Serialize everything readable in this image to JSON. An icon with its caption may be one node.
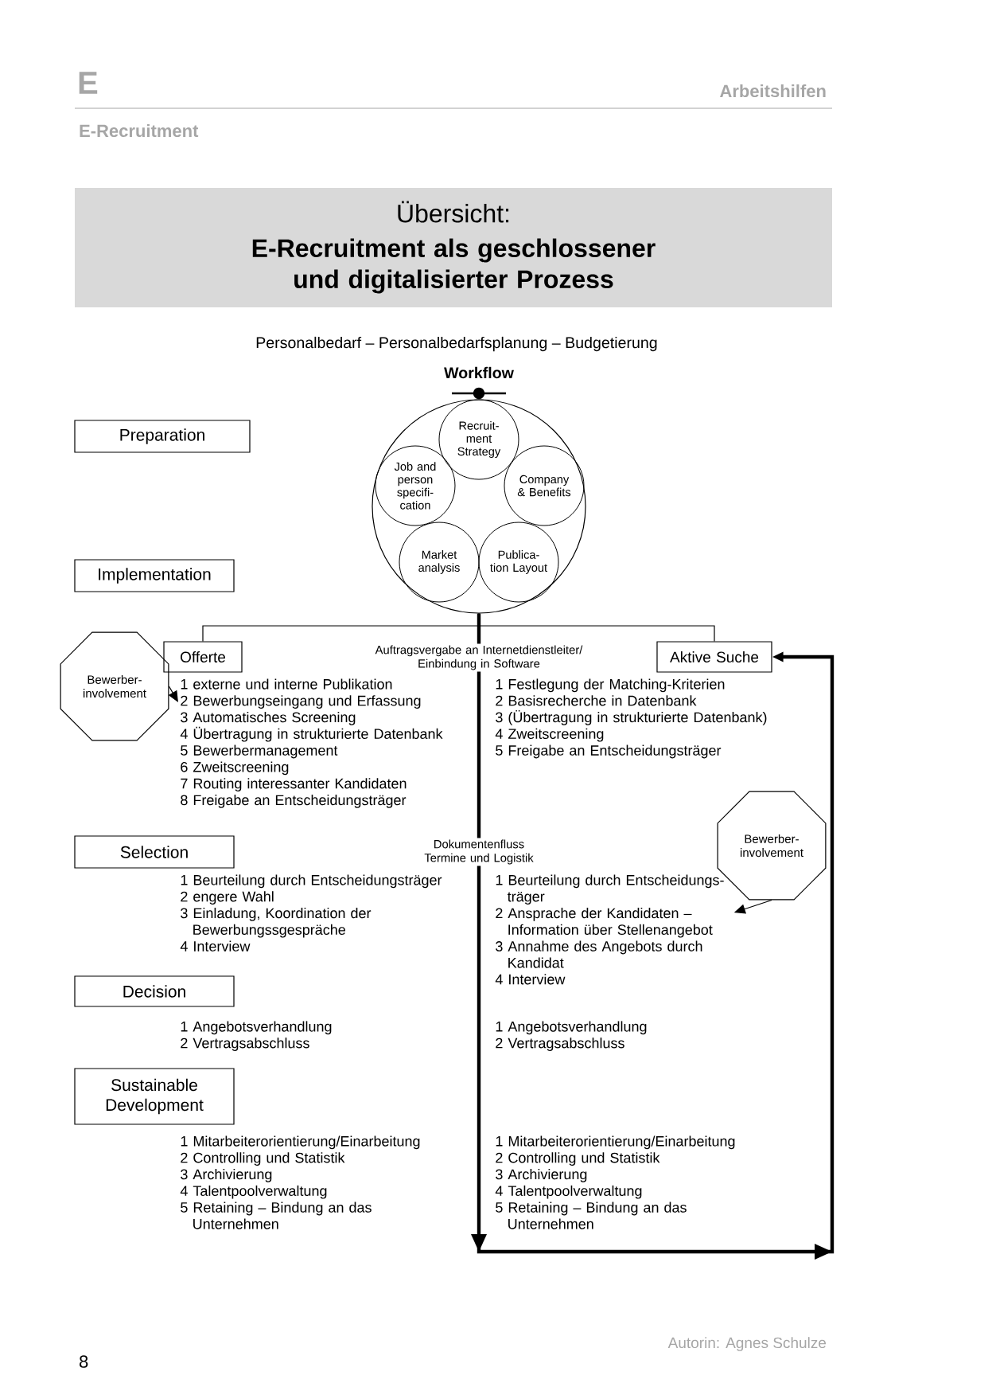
{
  "diagram": {
    "title": "E-Recruitment als geschlossener und digitalisierter Prozess",
    "nodes": [
      {
        "text": [
          "Preparation"
        ]
      },
      {
        "text": [
          "Implementation"
        ]
      },
      {
        "text": [],
        "shape": "circle"
      },
      {
        "text": [
          "Recruit-ment Strategy"
        ],
        "in": 2
      },
      {
        "text": [
          "Job and person specifi-cation"
        ],
        "in": 2
      },
      {
        "text": [
          "Company & Benefits"
        ],
        "in": 2
      },
      {
        "text": [
          "Market analysis"
        ],
        "in": 2
      },
      {
        "text": [
          "Publica-tion Layout"
        ],
        "in": 2
      },
      {
        "text": [
          "Offerte"
        ]
      },
      {
        "text": [
          "Aktive Suche"
        ]
      },
      {
        "text": [
          "Bewerber-involvement"
        ]
      },
      {
        "text": [
          "1 externe und interne Publikation",
          "2 Bewerbungseingang und Erfassung",
          "3 Automatisches Screening",
          "4 Übertragung in strukturierte Datenbank",
          "5 Bewerbermanagement",
          "6 Zweitscreening",
          "7 Routing interessanter Kandidaten",
          "8 Freigabe an Entscheidungsträger"
        ]
      },
      {
        "text": [
          "1 Festlegung der Matching-Kriterien",
          "2 Basisrecherche in Datenbank",
          "3 (Übertragung in strukturierte Datenbank)",
          "4 Zweitscreening",
          "5 Freigabe an Entscheidungsträger"
        ]
      },
      {
        "text": [
          "Bewerber-involvement"
        ]
      },
      {
        "text": [
          "Selection"
        ]
      },
      {
        "text": [
          "1 Beurteilung durch Entscheidungsträger",
          "2 engere Wahl",
          "3 Einladung, Koordination der Bewerbungssgespräche",
          "4 Interview"
        ]
      },
      {
        "text": [
          "1 Beurteilung durch Entscheidungs- träger",
          "2 Ansprache der Kandidaten – Information über Stellenangebot",
          "3 Annahme des Angebots durch Kandidat",
          "4 Interview"
        ]
      },
      {
        "text": [
          "Decision"
        ]
      },
      {
        "text": [
          "1 Angebotsverhandlung",
          "2 Vertragsabschluss"
        ]
      },
      {
        "text": [
          "1 Angebotsverhandlung",
          "2 Vertragsabschluss"
        ]
      },
      {
        "text": [
          "Sustainable Development"
        ]
      },
      {
        "text": [
          "1 Mitarbeiterorientierung/Einarbeitung",
          "2 Controlling und Statistik",
          "3 Archivierung",
          "4 Talentpoolverwaltung",
          "5 Retaining – Bindung an das Unternehmen"
        ]
      },
      {
        "text": [
          "1 Mitarbeiterorientierung/Einarbeitung",
          "2 Controlling und Statistik",
          "3 Archivierung",
          "4 Talentpoolverwaltung",
          "5 Retaining – Bindung an das Unternehmen"
        ]
      }
    ],
    "edges": [
      {
        "from": 2,
        "to": 8,
        "arrow": "none"
      },
      {
        "from": 2,
        "to": 9,
        "arrow": "none"
      },
      {
        "from": 2,
        "to": 9,
        "arrow": "to",
        "style": "thick"
      },
      {
        "from": 10,
        "to": 11,
        "arrow": "to"
      },
      {
        "from": 13,
        "to": 16,
        "arrow": "to"
      }
    ],
    "labels": [
      "E",
      "Arbeitshilfen",
      "E-Recruitment",
      "Übersicht:",
      "Personalbedarf – Personalbedarfsplanung – Budgetierung",
      "Workflow",
      "Auftragsvergabe an Internetdienstleiter/ Einbindung in Software",
      "Dokumentenfluss Termine und Logistik",
      "8",
      "Autorin: Agnes Schulze"
    ]
  }
}
